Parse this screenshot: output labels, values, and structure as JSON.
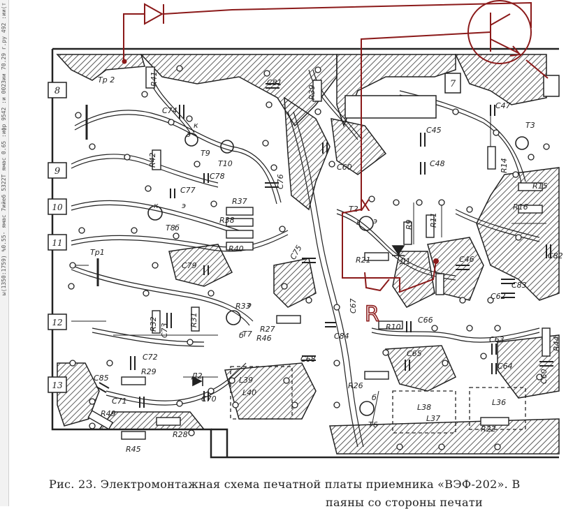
{
  "left_status": {
    "segments": [
      "ы(1350:1759) %0.55- ямас 7ийеб 5322Т ямас",
      "0.65 :ифр 9542 :и 0023ии",
      "70.29 г.ру 492 :ии(т"
    ]
  },
  "board": {
    "connectors": [
      "8",
      "9",
      "10",
      "11",
      "12",
      "13",
      "7"
    ],
    "components": {
      "transformers": [
        "Тр 2",
        "Тр1",
        "Т3"
      ],
      "transistors": [
        "Т9",
        "Т10",
        "Т8",
        "Т7",
        "Т2",
        "Т6"
      ],
      "resistors": [
        "R41",
        "R42",
        "R37",
        "R38",
        "R39",
        "R40",
        "R33",
        "R32",
        "R31",
        "R27",
        "R46",
        "R29",
        "R49",
        "R45",
        "R28",
        "R21",
        "R9",
        "R11",
        "R26",
        "R22",
        "R14",
        "R15",
        "R16",
        "R44",
        "R10"
      ],
      "capacitors": [
        "С81",
        "С74",
        "С78",
        "С77",
        "С76",
        "С75",
        "С79",
        "С73",
        "С72",
        "С85",
        "С71",
        "С70",
        "С68",
        "С84",
        "С67",
        "С60",
        "С45",
        "С47",
        "С48",
        "С46",
        "С62",
        "С83",
        "С82",
        "С66",
        "С65",
        "С63",
        "С64",
        "С60"
      ],
      "diodes": [
        "Д1",
        "Д2"
      ],
      "coils": [
        "L39",
        "L40",
        "L38",
        "L37",
        "L36"
      ]
    },
    "pin_labels": [
      "э",
      "к",
      "б"
    ]
  },
  "annotations": {
    "color": "#8b1a1a",
    "marks": [
      "X",
      "R"
    ]
  },
  "caption": {
    "line1": "Рис. 23. Электромонтажная схема печатной платы приемника «ВЭФ-202». В",
    "line2": "паяны со стороны печати"
  }
}
